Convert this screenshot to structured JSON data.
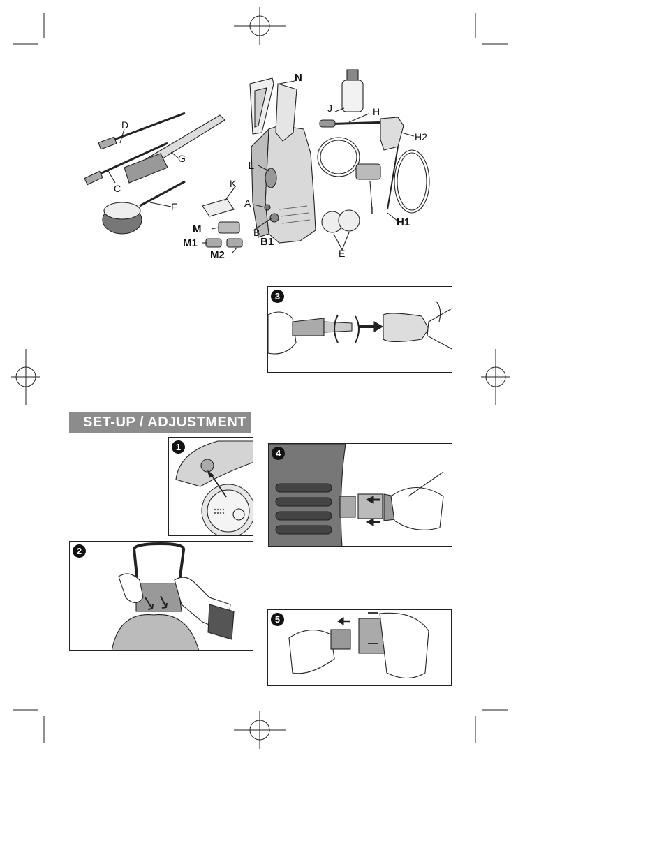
{
  "overview": {
    "parts": [
      {
        "key": "N",
        "label": "N"
      },
      {
        "key": "J",
        "label": "J"
      },
      {
        "key": "H",
        "label": "H"
      },
      {
        "key": "H2",
        "label": "H2"
      },
      {
        "key": "D",
        "label": "D"
      },
      {
        "key": "G",
        "label": "G"
      },
      {
        "key": "L",
        "label": "L"
      },
      {
        "key": "C",
        "label": "C"
      },
      {
        "key": "K",
        "label": "K"
      },
      {
        "key": "A",
        "label": "A"
      },
      {
        "key": "F",
        "label": "F"
      },
      {
        "key": "I",
        "label": "I"
      },
      {
        "key": "H1",
        "label": "H1"
      },
      {
        "key": "M",
        "label": "M"
      },
      {
        "key": "B",
        "label": "B"
      },
      {
        "key": "B1",
        "label": "B1"
      },
      {
        "key": "M1",
        "label": "M1"
      },
      {
        "key": "M2",
        "label": "M2"
      },
      {
        "key": "E",
        "label": "E"
      }
    ]
  },
  "section": {
    "heading": "SET-UP / ADJUSTMENT"
  },
  "figures": {
    "fig1": "1",
    "fig2": "2",
    "fig3": "3",
    "fig4": "4",
    "fig5": "5"
  },
  "colors": {
    "heading_bg": "#8c8c8c",
    "heading_text": "#ffffff",
    "figure_badge": "#111111"
  }
}
